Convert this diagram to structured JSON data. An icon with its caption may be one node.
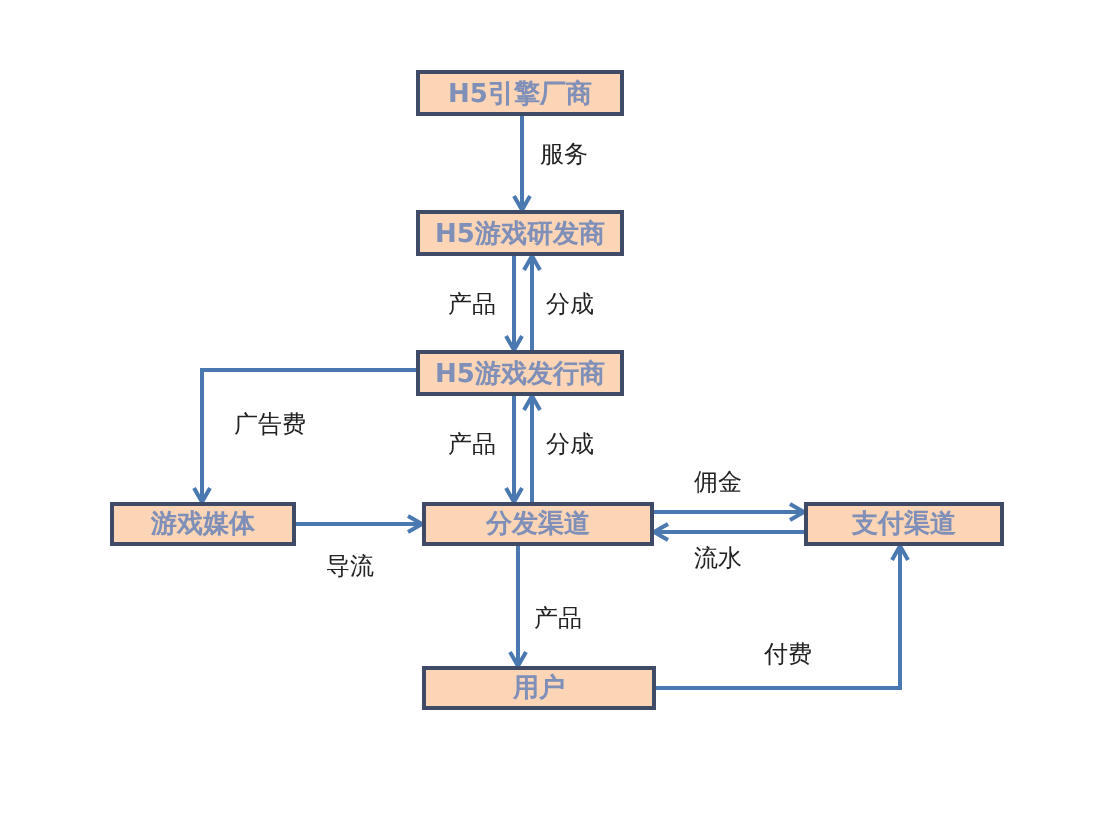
{
  "diagram": {
    "nodes": [
      {
        "text": [
          "H5引擎厂商"
        ]
      },
      {
        "text": [
          "H5游戏研发商"
        ]
      },
      {
        "text": [
          "H5游戏发行商"
        ]
      },
      {
        "text": [
          "游戏媒体"
        ]
      },
      {
        "text": [
          "分发渠道"
        ]
      },
      {
        "text": [
          "支付渠道"
        ]
      },
      {
        "text": [
          "用户"
        ]
      }
    ],
    "edges": [
      {
        "from": 0,
        "to": 1,
        "arrow": "to",
        "label": "服务"
      },
      {
        "from": 1,
        "to": 2,
        "arrow": "to",
        "label": "产品"
      },
      {
        "from": 2,
        "to": 1,
        "arrow": "to",
        "label": "分成"
      },
      {
        "from": 2,
        "to": 3,
        "arrow": "to",
        "label": "广告费"
      },
      {
        "from": 2,
        "to": 4,
        "arrow": "to",
        "label": "产品"
      },
      {
        "from": 4,
        "to": 2,
        "arrow": "to",
        "label": "分成"
      },
      {
        "from": 3,
        "to": 4,
        "arrow": "to",
        "label": "导流"
      },
      {
        "from": 4,
        "to": 5,
        "arrow": "to",
        "label": "佣金"
      },
      {
        "from": 5,
        "to": 4,
        "arrow": "to",
        "label": "流水"
      },
      {
        "from": 4,
        "to": 6,
        "arrow": "to",
        "label": "产品"
      },
      {
        "from": 6,
        "to": 5,
        "arrow": "to",
        "label": "付费"
      }
    ]
  }
}
